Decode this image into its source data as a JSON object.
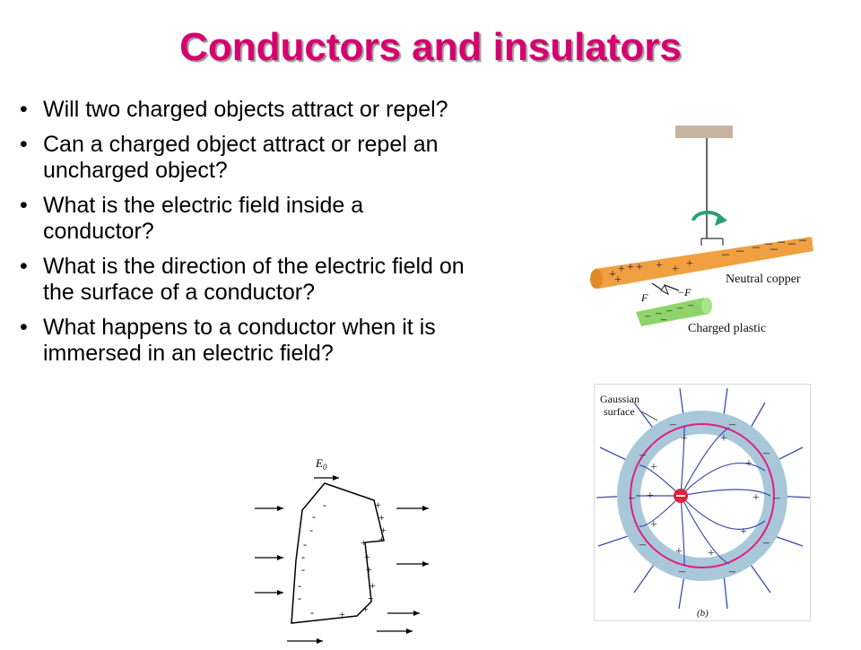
{
  "slide": {
    "title": "Conductors and insulators",
    "bullets": [
      "Will two charged objects attract or repel?",
      "Can a charged object attract or repel an uncharged object?",
      "What is the electric field inside a conductor?",
      "What is the direction of the electric field on the surface of a conductor?",
      "What happens to a conductor when it is immersed in an electric field?"
    ]
  },
  "figures": {
    "copper": {
      "label_copper": "Neutral copper",
      "label_plastic": "Charged plastic",
      "force_left": "F",
      "force_right": "−F"
    },
    "gaussian": {
      "label_line1": "Gaussian",
      "label_line2": "surface",
      "panel_label": "(b)"
    },
    "conductor": {
      "field_label": "E",
      "field_subscript": "0"
    }
  },
  "colors": {
    "title": "#d6006e",
    "copper_rod": "#f0a040",
    "plastic_rod": "#8fd46a",
    "field_arrows": "#3c4bb0",
    "gaussian_ring": "#a8c8da",
    "gaussian_surface": "#e0207a",
    "rotation_arrow": "#2aa07a"
  }
}
